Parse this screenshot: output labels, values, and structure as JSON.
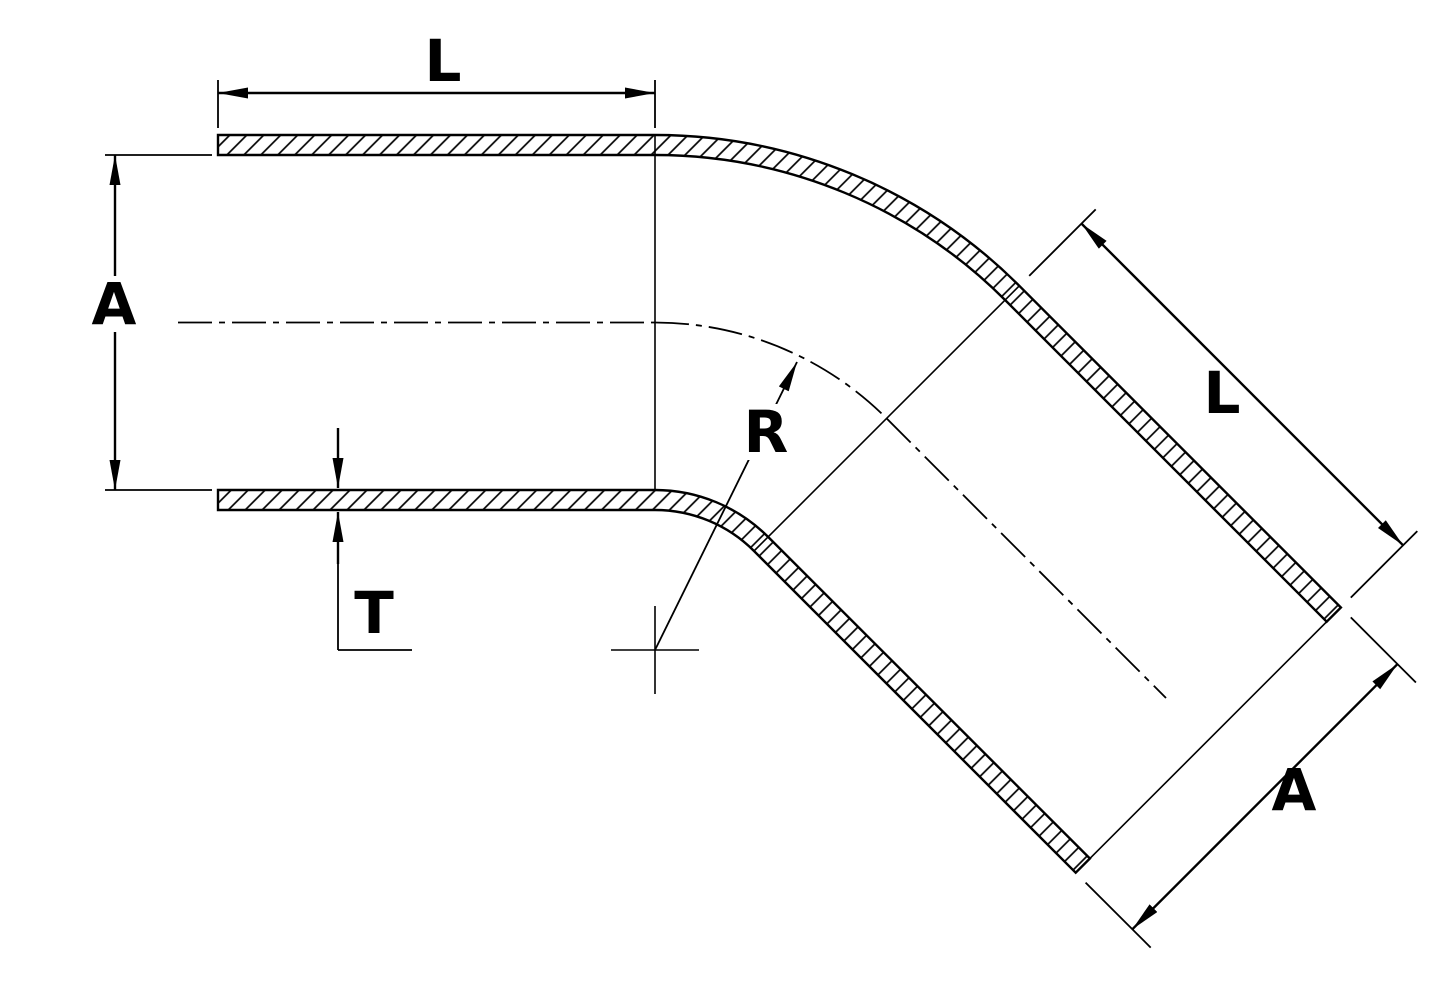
{
  "diagram": {
    "title": "45-degree elbow hose coupler - dimensioned side view",
    "type": "technical-drawing",
    "colors": {
      "line": "#000000",
      "background": "#ffffff"
    },
    "labels": {
      "leg_length_top": "L",
      "inner_diameter_left": "A",
      "wall_thickness": "T",
      "bend_radius": "R",
      "leg_length_angled": "L",
      "inner_diameter_angled": "A"
    }
  }
}
